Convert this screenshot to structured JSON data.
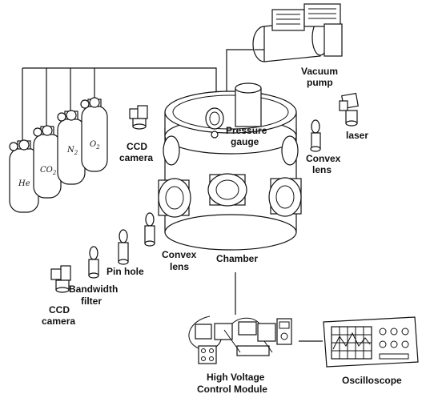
{
  "labels": {
    "vacuum_pump": [
      "Vacuum",
      "pump"
    ],
    "pressure_gauge": [
      "Pressure",
      "gauge"
    ],
    "laser": "laser",
    "ccd_camera_top": [
      "CCD",
      "camera"
    ],
    "convex_lens_right": [
      "Convex",
      "lens"
    ],
    "convex_lens_left": [
      "Convex",
      "lens"
    ],
    "pin_hole": "Pin hole",
    "bandwidth_filter": [
      "Bandwidth",
      "filter"
    ],
    "ccd_camera_bottom": [
      "CCD",
      "camera"
    ],
    "chamber": "Chamber",
    "hv_module": [
      "High Voltage",
      "Control Module"
    ],
    "oscilloscope": "Oscilloscope"
  },
  "gases": {
    "he": "He",
    "co2": {
      "base": "CO",
      "sub": "2"
    },
    "n2": {
      "base": "N",
      "sub": "2"
    },
    "o2": {
      "base": "O",
      "sub": "2"
    }
  }
}
